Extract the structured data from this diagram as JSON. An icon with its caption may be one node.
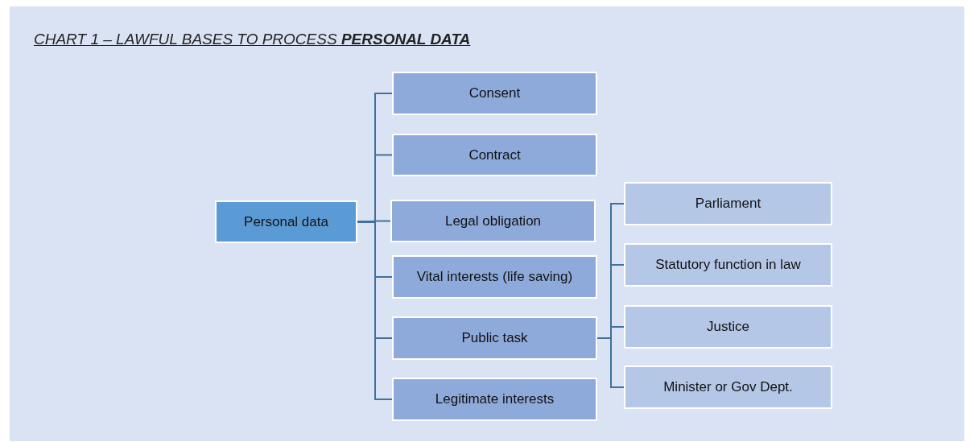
{
  "diagram": {
    "title": "CHART 1 – LAWFUL BASES TO PROCESS **PERSONAL DATA**",
    "nodes": [
      {
        "text": [
          "Personal data"
        ]
      },
      {
        "text": [
          "Consent"
        ]
      },
      {
        "text": [
          "Contract"
        ]
      },
      {
        "text": [
          "Legal obligation"
        ]
      },
      {
        "text": [
          "Vital interests (life saving)"
        ]
      },
      {
        "text": [
          "Public task"
        ]
      },
      {
        "text": [
          "Legitimate interests"
        ]
      },
      {
        "text": [
          "Parliament"
        ]
      },
      {
        "text": [
          "Statutory function in law"
        ]
      },
      {
        "text": [
          "Justice"
        ]
      },
      {
        "text": [
          "Minister or Gov Dept."
        ]
      }
    ],
    "edges": [
      {
        "from": 0,
        "to": 1,
        "arrow": "none"
      },
      {
        "from": 0,
        "to": 2,
        "arrow": "none"
      },
      {
        "from": 0,
        "to": 3,
        "arrow": "none"
      },
      {
        "from": 0,
        "to": 4,
        "arrow": "none"
      },
      {
        "from": 0,
        "to": 5,
        "arrow": "none"
      },
      {
        "from": 0,
        "to": 6,
        "arrow": "none"
      },
      {
        "from": 5,
        "to": 7,
        "arrow": "none"
      },
      {
        "from": 5,
        "to": 8,
        "arrow": "none"
      },
      {
        "from": 5,
        "to": 9,
        "arrow": "none"
      },
      {
        "from": 5,
        "to": 10,
        "arrow": "none"
      }
    ]
  }
}
